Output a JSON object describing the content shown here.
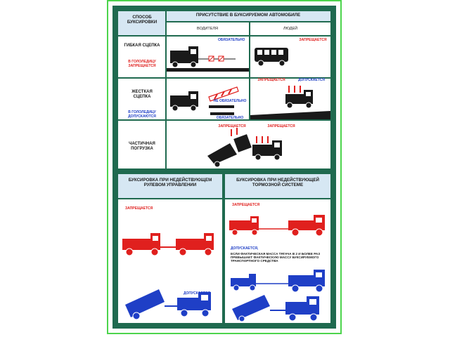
{
  "header": {
    "method_title": "СПОСОБ БУКСИРОВКИ",
    "presence_title": "ПРИСУТСТВИЕ В БУКСИРУЕМОМ АВТОМОБИЛЕ",
    "driver": "ВОДИТЕЛЯ",
    "people": "ЛЮДЕЙ"
  },
  "rows": {
    "flexible": {
      "label": "ГИБКАЯ СЦЕПКА",
      "ice_note": "В ГОЛОЛЕДИЦУ ЗАПРЕЩАЕТСЯ",
      "driver_status": "ОБЯЗАТЕЛЬНО",
      "people_status": "ЗАПРЕЩАЕТСЯ"
    },
    "rigid": {
      "label": "ЖЕСТКАЯ СЦЕПКА",
      "ice_note": "В ГОЛОЛЕДИЦУ ДОПУСКАЮТСЯ",
      "driver_status_1": "НЕ ОБЯЗАТЕЛЬНО",
      "driver_status_2": "ОБЯЗАТЕЛЬНО",
      "people_forbidden": "ЗАПРЕЩАЕТСЯ",
      "people_allowed": "ДОПУСКАЕТСЯ"
    },
    "partial": {
      "label": "ЧАСТИЧНАЯ ПОГРУЗКА",
      "status_left": "ЗАПРЕЩАЕТСЯ",
      "status_right": "ЗАПРЕЩАЕТСЯ"
    }
  },
  "bottom": {
    "left_title": "БУКСИРОВКА ПРИ НЕДЕЙСТВУЮЩЕМ РУЛЕВОМ УПРАВЛЕНИИ",
    "right_title": "БУКСИРОВКА ПРИ НЕДЕЙСТВУЮЩЕЙ ТОРМОЗНОЙ СИСТЕМЕ",
    "left_forbidden": "ЗАПРЕЩАЕТСЯ",
    "left_allowed": "ДОПУСКАЕТСЯ",
    "right_forbidden": "ЗАПРЕЩАЕТСЯ",
    "right_allowed_word": "ДОПУСКАЕТСЯ,",
    "right_allowed_text": "если фактическая масса тягача в 2 и более раз превышает фактическую массу буксируемого транспортного средства"
  },
  "colors": {
    "border": "#1f6a4f",
    "header_fill": "#d6e7f3",
    "forbidden": "#e0201e",
    "allowed": "#1f3fc6",
    "outer_frame": "#4cd44c"
  },
  "icons": [
    "truck-icon",
    "bus-icon",
    "tow-bar-icon",
    "hazard-rope-marker-icon",
    "road-icon"
  ]
}
